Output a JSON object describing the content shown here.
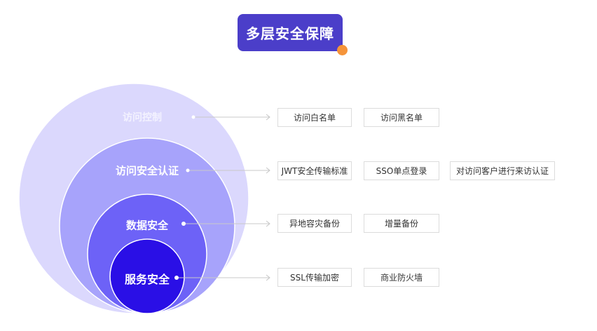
{
  "title": "多层安全保障",
  "colors": {
    "title_bg": "#4b3ec9",
    "accent_dot": "#f5943a",
    "layer_fills": [
      "#dbd8fd",
      "#a7a3fb",
      "#6d62f7",
      "#2a0fe6"
    ]
  },
  "layers": [
    {
      "label": "访问控制",
      "items": [
        "访问白名单",
        "访问黑名单"
      ]
    },
    {
      "label": "访问安全认证",
      "items": [
        "JWT安全传输标准",
        "SSO单点登录",
        "对访问客户进行来访认证"
      ]
    },
    {
      "label": "数据安全",
      "items": [
        "异地容灾备份",
        "增量备份"
      ]
    },
    {
      "label": "服务安全",
      "items": [
        "SSL传输加密",
        "商业防火墙"
      ]
    }
  ]
}
